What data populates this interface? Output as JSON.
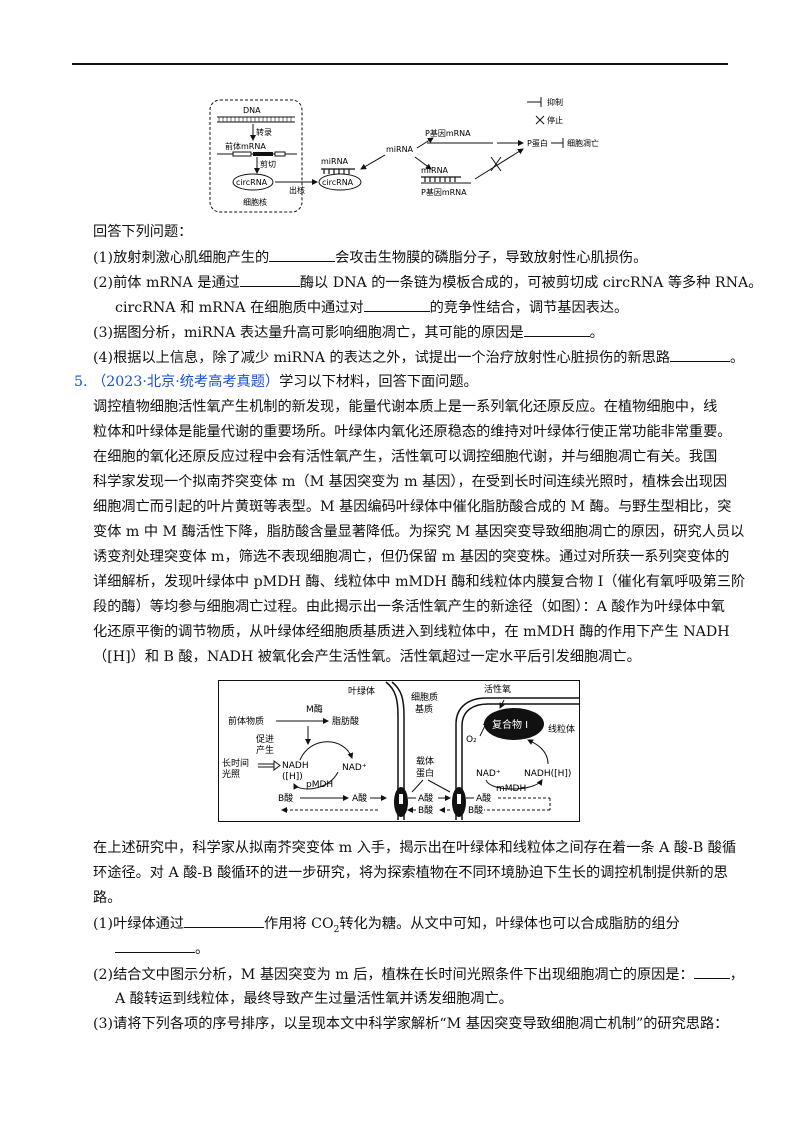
{
  "figure1": {
    "dna": "DNA",
    "transcription": "转录",
    "pre_mrna": "前体mRNA",
    "splice": "剪切",
    "circrna_nucleus": "circRNA",
    "nucleus": "细胞核",
    "export": "出核",
    "mirna_bound": "miRNA",
    "circrna_cyto": "circRNA",
    "mirna_center": "miRNA",
    "p_mrna_top": "P基因mRNA",
    "mirna_lower": "miRNA",
    "p_mrna_bottom": "P基因mRNA",
    "p_protein": "P蛋白",
    "apoptosis": "细胞凋亡",
    "legend_inhibit": "抑制",
    "legend_stop": "停止"
  },
  "q4_intro": "回答下列问题：",
  "q4_lines": [
    "(1)放射刺激心肌细胞产生的",
    "会攻击生物膜的磷脂分子，导致放射性心肌损伤。",
    "(2)前体 mRNA 是通过",
    "酶以 DNA 的一条链为模板合成的，可被剪切成 circRNA 等多种 RNA。",
    "circRNA 和 mRNA 在细胞质中通过对",
    "的竞争性结合，调节基因表达。",
    "(3)据图分析，miRNA 表达量升高可影响细胞凋亡，其可能的原因是",
    "。",
    "(4)根据以上信息，除了减少 miRNA 的表达之外，试提出一个治疗放射性心脏损伤的新思路",
    "。"
  ],
  "q5": {
    "number": "5.",
    "source": "（2023·北京·统考高考真题）",
    "lead": "学习以下材料，回答下面问题。",
    "passage": [
      "调控植物细胞活性氧产生机制的新发现，能量代谢本质上是一系列氧化还原反应。在植物细胞中，线",
      "粒体和叶绿体是能量代谢的重要场所。叶绿体内氧化还原稳态的维持对叶绿体行使正常功能非常重要。",
      "在细胞的氧化还原反应过程中会有活性氧产生，活性氧可以调控细胞代谢，并与细胞凋亡有关。我国",
      "科学家发现一个拟南芥突变体 m（M 基因突变为 m 基因），在受到长时间连续光照时，植株会出现因",
      "细胞凋亡而引起的叶片黄斑等表型。M 基因编码叶绿体中催化脂肪酸合成的 M 酶。与野生型相比，突",
      "变体 m 中 M 酶活性下降，脂肪酸含量显著降低。为探究 M 基因突变导致细胞凋亡的原因，研究人员以",
      "诱变剂处理突变体 m，筛选不表现细胞凋亡，但仍保留 m 基因的突变株。通过对所获一系列突变体的",
      "详细解析，发现叶绿体中 pMDH 酶、线粒体中 mMDH 酶和线粒体内膜复合物 I（催化有氧呼吸第三阶",
      "段的酶）等均参与细胞凋亡过程。由此揭示出一条活性氧产生的新途径（如图）：A 酸作为叶绿体中氧",
      "化还原平衡的调节物质，从叶绿体经细胞质基质进入到线粒体中，在 mMDH 酶的作用下产生 NADH",
      "（[H]）和 B 酸，NADH 被氧化会产生活性氧。活性氧超过一定水平后引发细胞凋亡。"
    ],
    "after_figure": [
      "在上述研究中，科学家从拟南芥突变体 m 入手，揭示出在叶绿体和线粒体之间存在着一条 A 酸-B 酸循",
      "环途径。对 A 酸-B 酸循环的进一步研究，将为探索植物在不同环境胁迫下生长的调控机制提供新的思",
      "路。"
    ],
    "q1_a": "(1)叶绿体通过",
    "q1_b": "作用将 CO",
    "q1_sub": "2",
    "q1_c": "转化为糖。从文中可知，叶绿体也可以合成脂肪的组分",
    "q1_end": "。",
    "q2_a": "(2)结合文中图示分析，M 基因突变为 m 后，植株在长时间光照条件下出现细胞凋亡的原因是：",
    "q2_b": "，",
    "q2_c": "A 酸转运到线粒体，最终导致产生过量活性氧并诱发细胞凋亡。",
    "q3": "(3)请将下列各项的序号排序，以呈现本文中科学家解析“M 基因突变导致细胞凋亡机制”的研究思路："
  },
  "figure2": {
    "chloroplast": "叶绿体",
    "precursor": "前体物质",
    "m_enzyme": "M酶",
    "fatty_acid": "脂肪酸",
    "promote_1": "促进",
    "promote_2": "产生",
    "long_light_1": "长时间",
    "long_light_2": "光照",
    "nadh_h_left_1": "NADH",
    "nadh_h_left_2": "([H])",
    "nad_left": "NAD⁺",
    "pmdh": "pMDH",
    "b_acid_left": "B酸",
    "a_acid_left": "A酸",
    "cytosol_1": "细胞质",
    "cytosol_2": "基质",
    "carrier_1": "载体",
    "carrier_2": "蛋白",
    "a_acid_mid": "A酸",
    "b_acid_mid": "B酸",
    "ros": "活性氧",
    "complex": "复合物 I",
    "o2": "O₂",
    "mitochondria": "线粒体",
    "nad_right": "NAD⁺",
    "nadh_h_right": "NADH([H])",
    "mmdh": "mMDH",
    "a_acid_right": "A酸",
    "b_acid_right": "B酸"
  }
}
